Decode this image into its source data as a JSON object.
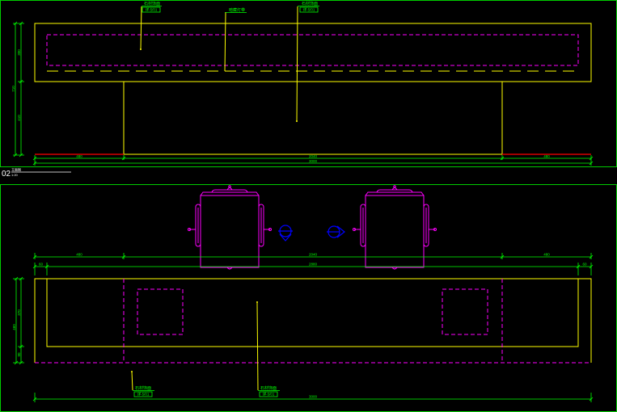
{
  "view": {
    "number": "02",
    "title": "立面图",
    "scale": "1:20"
  },
  "elevation": {
    "callouts": [
      {
        "text": "石材饰面",
        "ref": "详-5/01"
      },
      {
        "text": "暗藏灯带"
      },
      {
        "text": "石材饰面",
        "ref": "详-5/01"
      }
    ],
    "dims_horizontal": [
      "480",
      "2040",
      "480"
    ],
    "dim_overall": "3000",
    "dims_vertical": [
      "300",
      "410"
    ],
    "dim_vertical_total": "710"
  },
  "plan": {
    "dims_row1": [
      "480",
      "2040",
      "480"
    ],
    "dims_row2": [
      "60",
      "2880",
      "60"
    ],
    "dim_overall": "3000",
    "dims_vertical": [
      "370",
      "90"
    ],
    "dim_vertical_total": "460",
    "callouts": [
      {
        "text": "石材饰面",
        "ref": "详-5/01"
      },
      {
        "text": "石材饰面",
        "ref": "详-5/01"
      }
    ]
  },
  "colors": {
    "background": "#000000",
    "outline": "#ffff00",
    "dimension": "#00ff00",
    "hidden": "#ff00ff",
    "floor": "#ff0000",
    "symbol": "#0000ff",
    "text": "#00ff00",
    "label": "#ffffff"
  }
}
